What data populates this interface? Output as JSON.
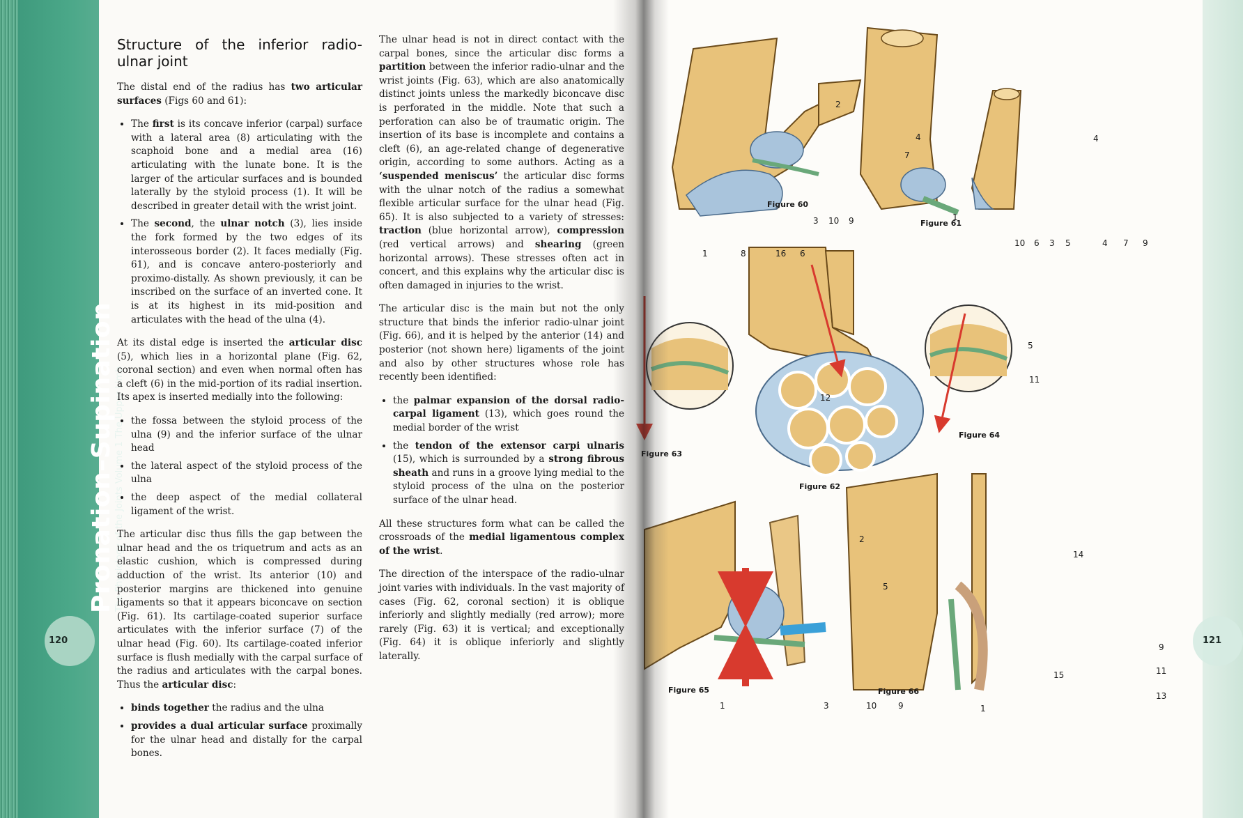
{
  "left_page": {
    "sidebar": {
      "title": "Pronation–Supination",
      "subtitle": "The Physiology of the Joints Volume 1 The Upper Limb",
      "page_number": "120"
    },
    "heading": "Structure of the inferior radio-ulnar joint",
    "col1": {
      "p1_a": "The distal end of the radius has ",
      "p1_b": "two articular surfaces",
      "p1_c": " (Figs 60 and 61):",
      "li1_a": "The ",
      "li1_b": "first",
      "li1_c": " is its concave inferior (carpal) surface with a lateral area (8) articulating with the scaphoid bone and a medial area (16) articulating with the lunate bone. It is the larger of the articular surfaces and is bounded laterally by the styloid process (1). It will be described in greater detail with the wrist joint.",
      "li2_a": "The ",
      "li2_b": "second",
      "li2_c": ", the ",
      "li2_d": "ulnar notch",
      "li2_e": " (3), lies inside the fork formed by the two edges of its interosseous border (2). It faces medially (Fig. 61), and is concave antero-posteriorly and proximo-distally. As shown previously, it can be inscribed on the surface of an inverted cone. It is at its highest in its mid-position and articulates with the head of the ulna (4).",
      "p2_a": "At its distal edge is inserted the ",
      "p2_b": "articular disc",
      "p2_c": " (5), which lies in a horizontal plane (Fig. 62, coronal section) and even when normal often has a cleft (6) in the mid-portion of its radial insertion. Its apex is inserted medially into the following:",
      "li3": "the fossa between the styloid process of the ulna (9) and the inferior surface of the ulnar head",
      "li4": "the lateral aspect of the styloid process of the ulna",
      "li5": "the deep aspect of the medial collateral ligament of the wrist.",
      "p3_a": "The articular disc thus fills the gap between the ulnar head and the os triquetrum and acts as an elastic cushion, which is compressed during adduction of the wrist. Its anterior (10) and posterior margins are thickened into genuine ligaments so that it appears biconcave on section (Fig. 61). Its cartilage-coated superior surface articulates with the inferior surface (7) of the ulnar head (Fig. 60). Its cartilage-coated inferior surface is flush medially with the carpal surface of the radius and articulates with the carpal bones. Thus the ",
      "p3_b": "articular disc",
      "p3_c": ":",
      "li6_a": "binds together",
      "li6_b": " the radius and the ulna",
      "li7_a": "provides a dual articular surface",
      "li7_b": " proximally for the ulnar head and distally for the carpal bones."
    },
    "col2": {
      "p1_a": "The ulnar head is not in direct contact with the carpal bones, since the articular disc forms a ",
      "p1_b": "partition",
      "p1_c": " between the inferior radio-ulnar and the wrist joints (Fig. 63), which are also anatomically distinct joints unless the markedly biconcave disc is perforated in the middle. Note that such a perforation can also be of traumatic origin. The insertion of its base is incomplete and contains a cleft (6), an age-related change of degenerative origin, according to some authors. Acting as a ",
      "p1_d": "‘suspended meniscus’",
      "p1_e": " the articular disc forms with the ulnar notch of the radius a somewhat flexible articular surface for the ulnar head (Fig. 65). It is also subjected to a variety of stresses: ",
      "p1_f": "traction",
      "p1_g": " (blue horizontal arrow), ",
      "p1_h": "compression",
      "p1_i": " (red vertical arrows) and ",
      "p1_j": "shearing",
      "p1_k": " (green horizontal arrows). These stresses often act in concert, and this explains why the articular disc is often damaged in injuries to the wrist.",
      "p2": "The articular disc is the main but not the only structure that binds the inferior radio-ulnar joint (Fig. 66), and it is helped by the anterior (14) and posterior (not shown here) ligaments of the joint and also by other structures whose role has recently been identified:",
      "li1_a": "the ",
      "li1_b": "palmar expansion of the dorsal radio-carpal ligament",
      "li1_c": " (13), which goes round the medial border of the wrist",
      "li2_a": "the ",
      "li2_b": "tendon of the extensor carpi ulnaris",
      "li2_c": " (15), which is surrounded by a ",
      "li2_d": "strong fibrous sheath",
      "li2_e": " and runs in a groove lying medial to the styloid process of the ulna on the posterior surface of the ulnar head.",
      "p3_a": "All these structures form what can be called the crossroads of the ",
      "p3_b": "medial ligamentous complex of the wrist",
      "p3_c": ".",
      "p4": "The direction of the interspace of the radio-ulnar joint varies with individuals. In the vast majority of cases (Fig. 62, coronal section) it is oblique inferiorly and slightly medially (red arrow); more rarely (Fig. 63) it is vertical; and exceptionally (Fig. 64) it is oblique inferiorly and slightly laterally."
    }
  },
  "right_page": {
    "page_number": "121",
    "figures": [
      {
        "id": "fig60",
        "label": "Figure 60",
        "numbers": [
          "2",
          "4",
          "7",
          "3",
          "10",
          "9",
          "1",
          "8",
          "16",
          "6"
        ]
      },
      {
        "id": "fig61",
        "label": "Figure 61",
        "numbers": [
          "4",
          "1",
          "10",
          "6",
          "3",
          "5",
          "4",
          "7",
          "9"
        ]
      },
      {
        "id": "fig62",
        "label": "Figure 62",
        "numbers": [
          "5",
          "11",
          "12"
        ]
      },
      {
        "id": "fig63",
        "label": "Figure 63",
        "numbers": []
      },
      {
        "id": "fig64",
        "label": "Figure 64",
        "numbers": []
      },
      {
        "id": "fig65",
        "label": "Figure 65",
        "numbers": [
          "2",
          "5",
          "1",
          "3",
          "10",
          "9"
        ]
      },
      {
        "id": "fig66",
        "label": "Figure 66",
        "numbers": [
          "14",
          "9",
          "11",
          "15",
          "13",
          "1"
        ]
      }
    ]
  },
  "colors": {
    "green_band": "#4aa788",
    "bone": "#e8c27a",
    "cartilage": "#a9c4dc",
    "ligament": "#8fc7a1",
    "red_arrow": "#d83a2e",
    "blue_arrow": "#3aa0d8",
    "green_arrow": "#5aa86a"
  }
}
